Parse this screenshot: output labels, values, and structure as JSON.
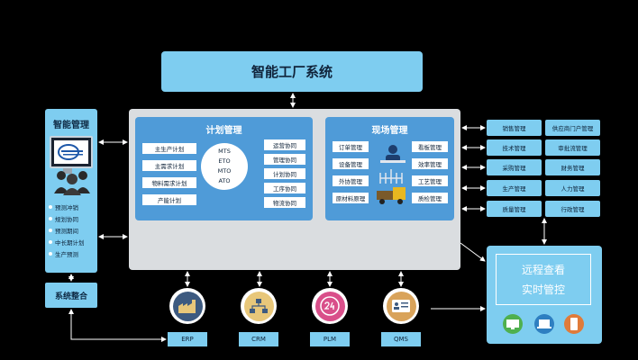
{
  "title": "智能工厂系统",
  "left": {
    "title": "智能管理",
    "items": [
      "预测冲销",
      "规划协同",
      "预测期间",
      "中长期计划",
      "生产预测"
    ],
    "bottom": "系统整合"
  },
  "plan": {
    "title": "计划管理",
    "left_items": [
      "主生产计划",
      "主需求计划",
      "物料需求计划",
      "产能计划"
    ],
    "center_items": [
      "MTS",
      "ETO",
      "MTO",
      "ATO"
    ],
    "right_items": [
      "运营协同",
      "管理协同",
      "计划协同",
      "工序协同",
      "物流协同"
    ]
  },
  "field": {
    "title": "现场管理",
    "left_items": [
      "订单管理",
      "设备管理",
      "外协管理",
      "原材料原理"
    ],
    "right_items": [
      "看板管理",
      "效率管理",
      "工艺管理",
      "质检管理"
    ]
  },
  "right_grid": [
    [
      "销售管理",
      "供应商门户管理"
    ],
    [
      "技术管理",
      "审批流管理"
    ],
    [
      "采购管理",
      "财务管理"
    ],
    [
      "生产管理",
      "人力管理"
    ],
    [
      "质量管理",
      "行政管理"
    ]
  ],
  "remote": {
    "line1": "远程查看",
    "line2": "实时管控"
  },
  "systems": [
    {
      "label": "ERP",
      "icon": "factory-icon",
      "color": "#3d5a80"
    },
    {
      "label": "CRM",
      "icon": "org-chart-icon",
      "color": "#e8c77a"
    },
    {
      "label": "PLM",
      "icon": "clock-24-icon",
      "color": "#d94f8a"
    },
    {
      "label": "QMS",
      "icon": "id-card-icon",
      "color": "#d9a35a"
    }
  ],
  "colors": {
    "light_blue": "#7ecdf0",
    "mid_blue": "#4f9bd8",
    "panel_gray": "#dadde0"
  }
}
